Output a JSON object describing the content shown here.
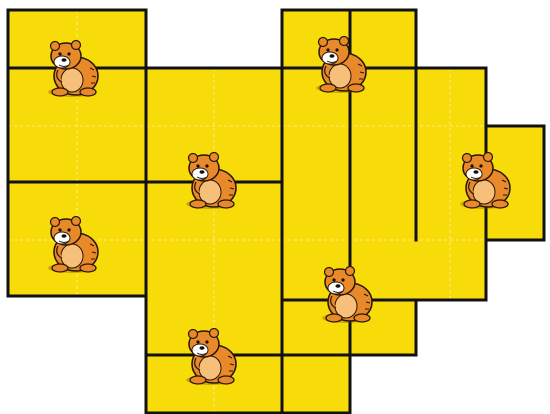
{
  "puzzle": {
    "background_color": "#f7dc0a",
    "wall_color": "#111111",
    "token_icon": "hamster-icon",
    "tokens": [
      {
        "name": "bear-1"
      },
      {
        "name": "bear-2"
      },
      {
        "name": "bear-3"
      },
      {
        "name": "bear-4"
      },
      {
        "name": "bear-5"
      },
      {
        "name": "bear-6"
      },
      {
        "name": "bear-7"
      }
    ]
  }
}
